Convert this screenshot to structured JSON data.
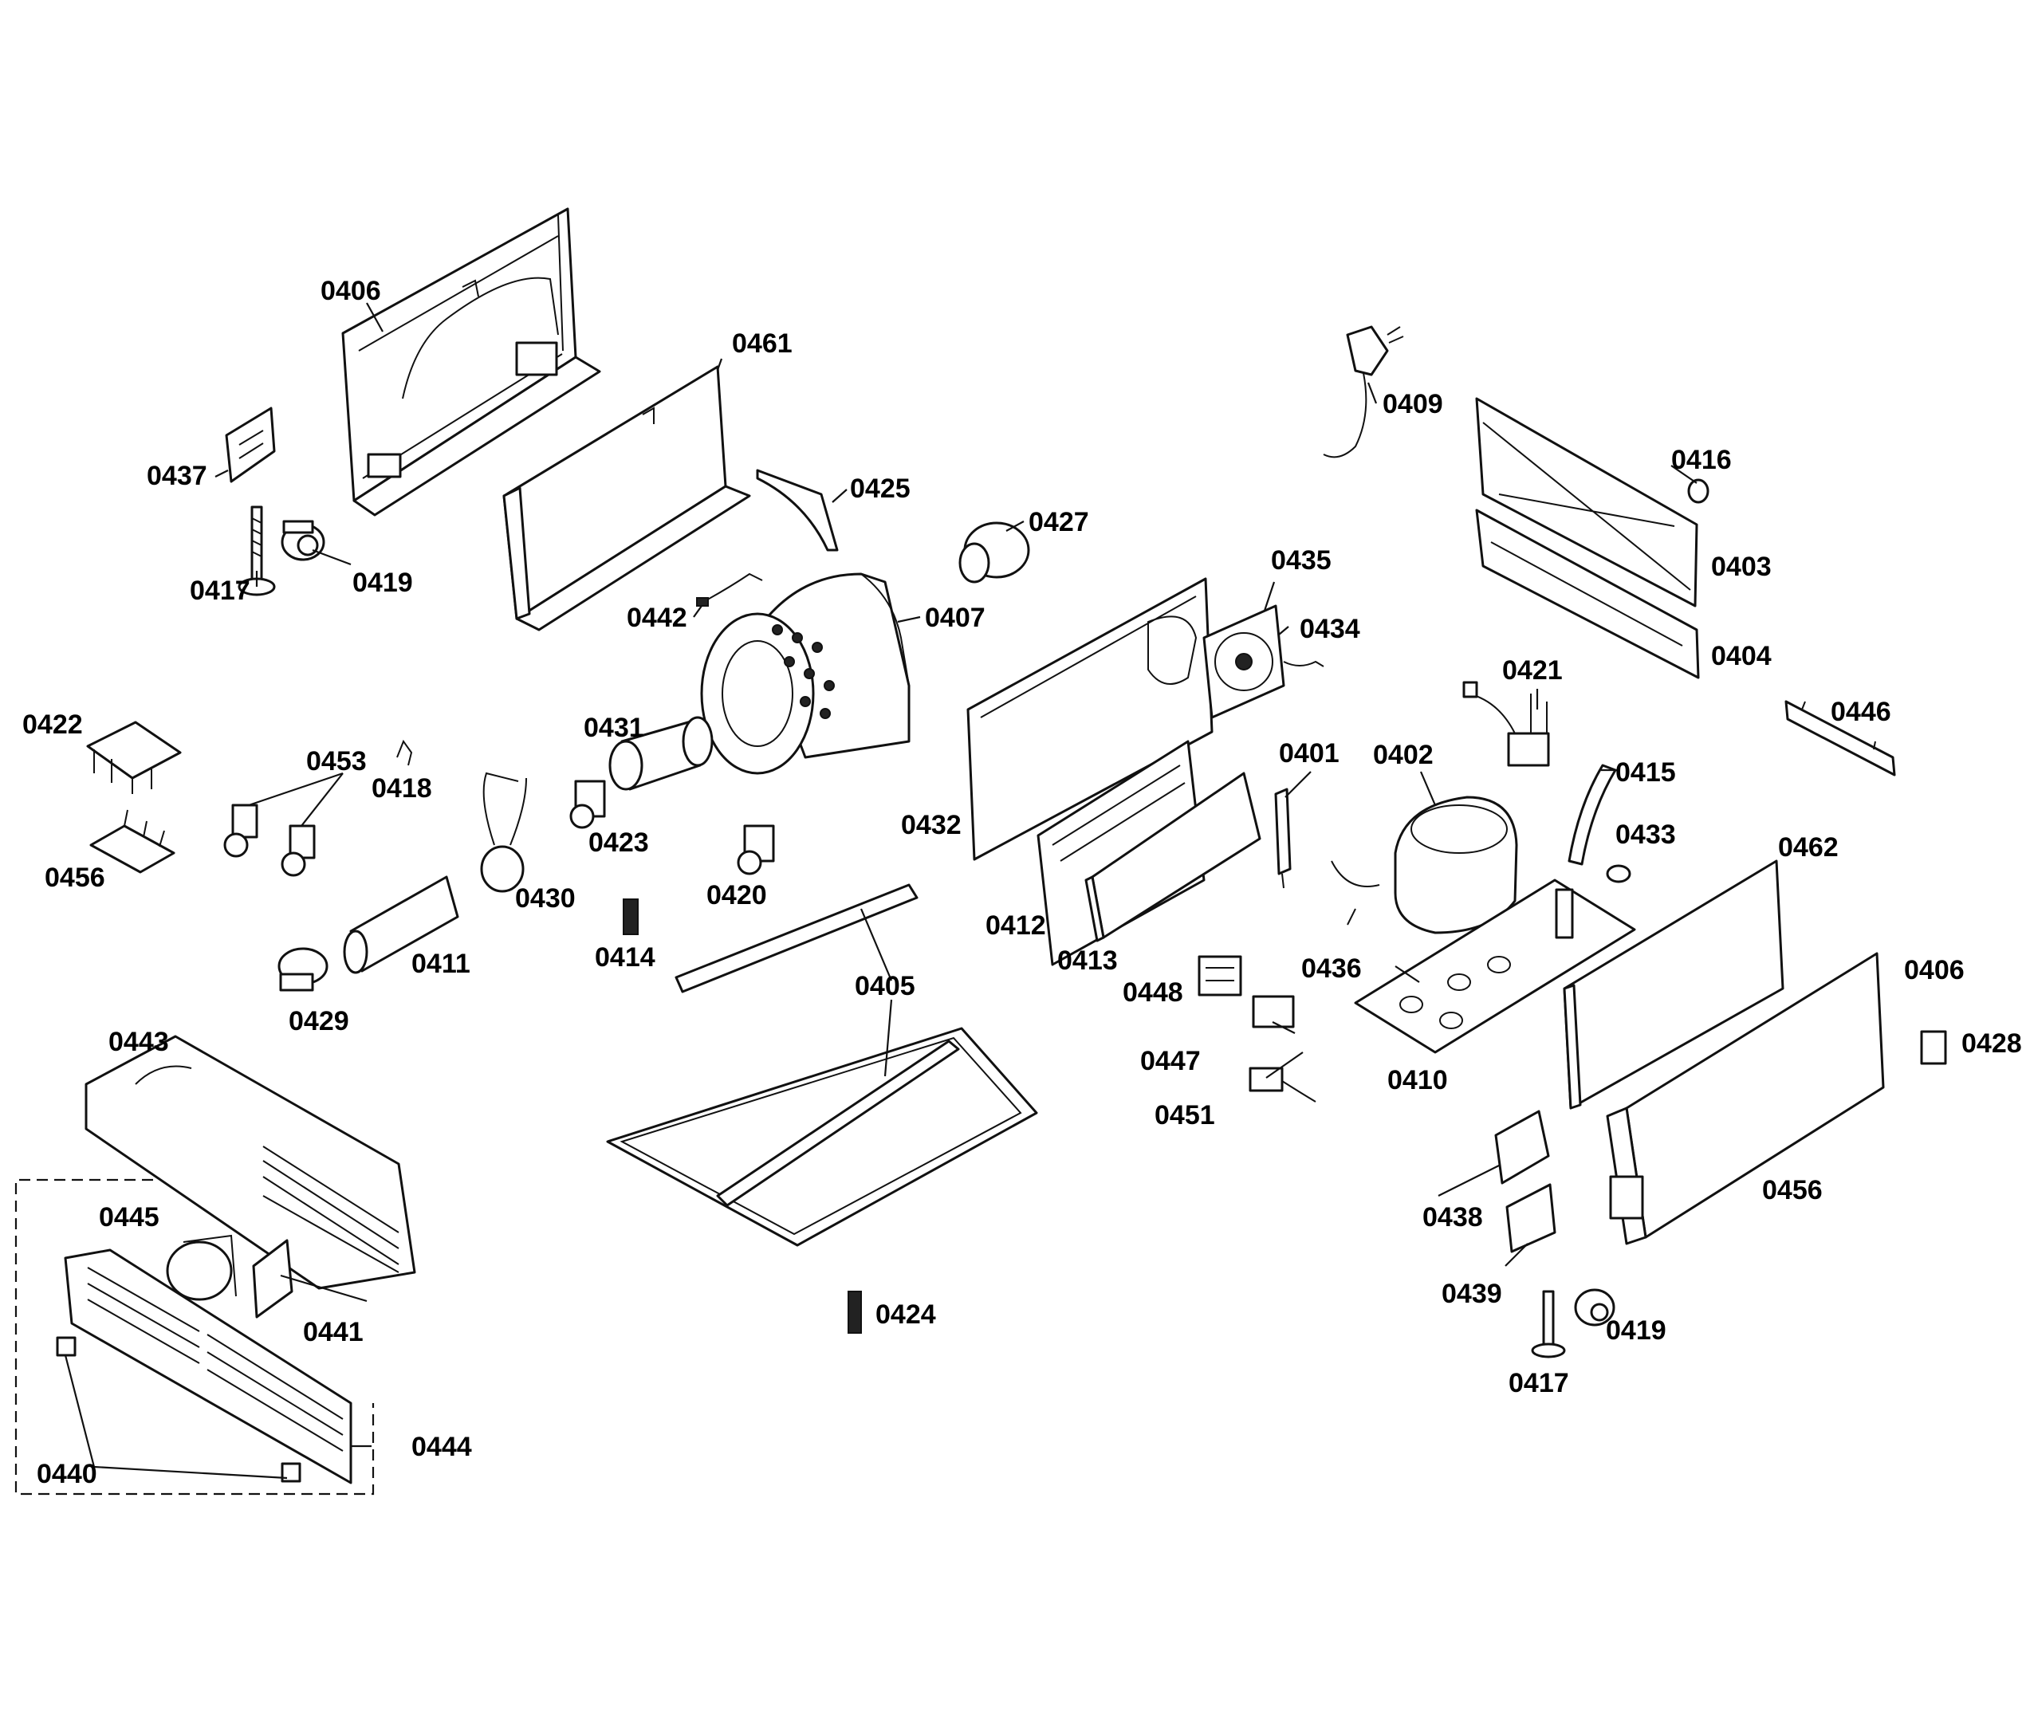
{
  "diagram": {
    "type": "exploded-parts-diagram",
    "callouts": [
      {
        "id": "c-0406-a",
        "label": "0406"
      },
      {
        "id": "c-0461",
        "label": "0461"
      },
      {
        "id": "c-0437",
        "label": "0437"
      },
      {
        "id": "c-0417-a",
        "label": "0417"
      },
      {
        "id": "c-0419-a",
        "label": "0419"
      },
      {
        "id": "c-0425",
        "label": "0425"
      },
      {
        "id": "c-0427",
        "label": "0427"
      },
      {
        "id": "c-0442",
        "label": "0442"
      },
      {
        "id": "c-0407",
        "label": "0407"
      },
      {
        "id": "c-0409",
        "label": "0409"
      },
      {
        "id": "c-0416",
        "label": "0416"
      },
      {
        "id": "c-0403",
        "label": "0403"
      },
      {
        "id": "c-0404",
        "label": "0404"
      },
      {
        "id": "c-0435",
        "label": "0435"
      },
      {
        "id": "c-0434",
        "label": "0434"
      },
      {
        "id": "c-0421",
        "label": "0421"
      },
      {
        "id": "c-0446",
        "label": "0446"
      },
      {
        "id": "c-0422",
        "label": "0422"
      },
      {
        "id": "c-0453",
        "label": "0453"
      },
      {
        "id": "c-0418",
        "label": "0418"
      },
      {
        "id": "c-0456-a",
        "label": "0456"
      },
      {
        "id": "c-0431",
        "label": "0431"
      },
      {
        "id": "c-0423",
        "label": "0423"
      },
      {
        "id": "c-0430",
        "label": "0430"
      },
      {
        "id": "c-0420",
        "label": "0420"
      },
      {
        "id": "c-0432",
        "label": "0432"
      },
      {
        "id": "c-0401",
        "label": "0401"
      },
      {
        "id": "c-0402",
        "label": "0402"
      },
      {
        "id": "c-0415",
        "label": "0415"
      },
      {
        "id": "c-0433",
        "label": "0433"
      },
      {
        "id": "c-0462",
        "label": "0462"
      },
      {
        "id": "c-0411",
        "label": "0411"
      },
      {
        "id": "c-0414",
        "label": "0414"
      },
      {
        "id": "c-0412",
        "label": "0412"
      },
      {
        "id": "c-0413",
        "label": "0413"
      },
      {
        "id": "c-0436",
        "label": "0436"
      },
      {
        "id": "c-0406-b",
        "label": "0406"
      },
      {
        "id": "c-0429",
        "label": "0429"
      },
      {
        "id": "c-0405",
        "label": "0405"
      },
      {
        "id": "c-0448",
        "label": "0448"
      },
      {
        "id": "c-0443",
        "label": "0443"
      },
      {
        "id": "c-0447",
        "label": "0447"
      },
      {
        "id": "c-0410",
        "label": "0410"
      },
      {
        "id": "c-0428",
        "label": "0428"
      },
      {
        "id": "c-0451",
        "label": "0451"
      },
      {
        "id": "c-0456-b",
        "label": "0456"
      },
      {
        "id": "c-0445",
        "label": "0445"
      },
      {
        "id": "c-0438",
        "label": "0438"
      },
      {
        "id": "c-0441",
        "label": "0441"
      },
      {
        "id": "c-0424",
        "label": "0424"
      },
      {
        "id": "c-0439",
        "label": "0439"
      },
      {
        "id": "c-0419-b",
        "label": "0419"
      },
      {
        "id": "c-0417-b",
        "label": "0417"
      },
      {
        "id": "c-0444",
        "label": "0444"
      },
      {
        "id": "c-0440",
        "label": "0440"
      }
    ]
  }
}
